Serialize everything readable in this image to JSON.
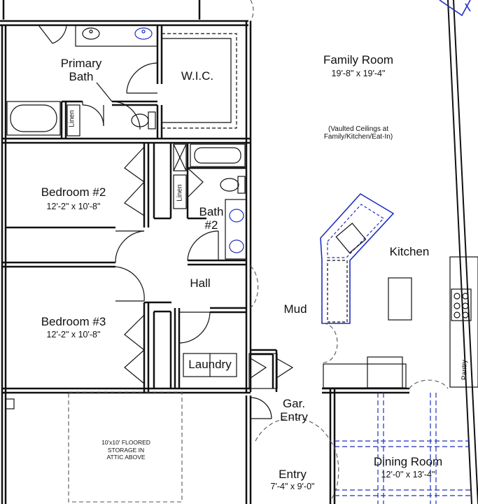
{
  "rooms": {
    "primary_bath": {
      "name_line1": "Primary",
      "name_line2": "Bath"
    },
    "wic": {
      "name": "W.I.C."
    },
    "linen_primary": {
      "name": "Linen"
    },
    "family_room": {
      "name": "Family Room",
      "dims": "19'-8\" x 19'-4\""
    },
    "vaulted_note": {
      "line1": "(Vaulted Ceilings at",
      "line2": "Family/Kitchen/Eat-In)"
    },
    "bedroom2": {
      "name": "Bedroom #2",
      "dims": "12'-2\" x 10'-8\""
    },
    "linen_bath2": {
      "name": "Linen"
    },
    "bath2": {
      "name_line1": "Bath",
      "name_line2": "#2"
    },
    "kitchen": {
      "name": "Kitchen"
    },
    "hall": {
      "name": "Hall"
    },
    "mud": {
      "name": "Mud"
    },
    "bedroom3": {
      "name": "Bedroom #3",
      "dims": "12'-2\" x 10'-8\""
    },
    "laundry": {
      "name": "Laundry"
    },
    "pantry": {
      "name": "Pantry"
    },
    "gar_entry": {
      "name_line1": "Gar.",
      "name_line2": "Entry"
    },
    "storage_note": {
      "line1": "10'x10' FLOORED",
      "line2": "STORAGE IN",
      "line3": "ATTIC ABOVE"
    },
    "entry": {
      "name": "Entry",
      "dims": "7'-4\" x 9'-0\""
    },
    "dining_room": {
      "name": "Dining Room",
      "dims": "12'-0\" x 13'-4\""
    }
  },
  "colors": {
    "wall": "#111111",
    "accent": "#1f2fbf",
    "dashed": "#555555"
  }
}
